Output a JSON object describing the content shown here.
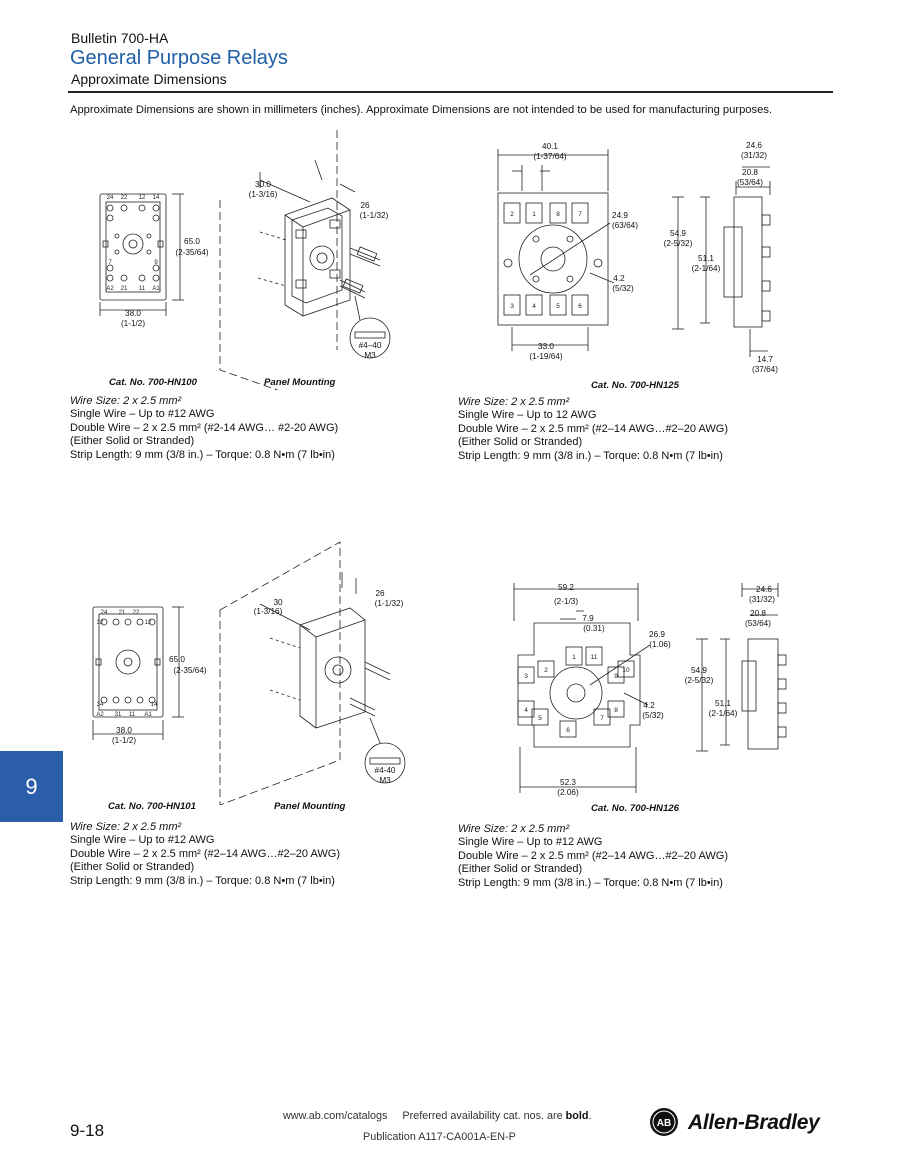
{
  "header": {
    "bulletin": "Bulletin 700-HA",
    "title": "General Purpose Relays",
    "subtitle": "Approximate Dimensions"
  },
  "intro": "Approximate Dimensions are shown in millimeters (inches). Approximate Dimensions are not intended to be used for manufacturing purposes.",
  "figures": [
    {
      "cat_no": "Cat. No. 700-HN100",
      "panel_label": "Panel Mounting",
      "dims": {
        "height": "65.0",
        "height_in": "(2-35/64)",
        "width": "38.0",
        "width_in": "(1-1/2)",
        "depth": "30.0",
        "depth_in": "(1-3/16)",
        "side": "26",
        "side_in": "(1-1/32)",
        "screw": "#4–40",
        "screw2": "M3"
      },
      "pins": [
        "24",
        "22",
        "12",
        "14",
        "7",
        "9",
        "A2",
        "21",
        "11",
        "A1"
      ],
      "specs": {
        "wire_size": "Wire Size: 2 x 2.5 mm²",
        "single": "Single Wire – Up to #12 AWG",
        "double": "Double Wire – 2 x 2.5 mm² (#2-14 AWG… #2-20 AWG)",
        "either": "(Either Solid or Stranded)",
        "strip": "Strip Length: 9 mm (3/8 in.) – Torque: 0.8 N•m (7 lb•in)"
      }
    },
    {
      "cat_no": "Cat. No. 700-HN125",
      "dims": {
        "w1": "40.1",
        "w1_in": "(1-37/64)",
        "d1": "24.6",
        "d1_in": "(31/32)",
        "d2": "20.8",
        "d2_in": "(53/64)",
        "a1": "24.9",
        "a1_in": "(63/64)",
        "h1": "54.9",
        "h1_in": "(2-5/32)",
        "h2": "51.1",
        "h2_in": "(2-1/64)",
        "hole": "4.2",
        "hole_in": "(5/32)",
        "w2": "33.0",
        "w2_in": "(1-19/64)",
        "d3": "14.7",
        "d3_in": "(37/64)"
      },
      "pins_top": [
        "2",
        "1",
        "8",
        "7"
      ],
      "pins_bottom": [
        "3",
        "4",
        "5",
        "6"
      ],
      "specs": {
        "wire_size": "Wire Size: 2 x 2.5 mm²",
        "single": "Single Wire – Up to 12 AWG",
        "double": "Double Wire – 2 x 2.5 mm² (#2–14 AWG…#2–20 AWG)",
        "either": "(Either Solid or Stranded)",
        "strip": "Strip Length: 9 mm (3/8 in.) – Torque: 0.8 N•m (7 lb•in)"
      }
    },
    {
      "cat_no": "Cat. No. 700-HN101",
      "panel_label": "Panel Mounting",
      "dims": {
        "height": "65.0",
        "height_in": "(2-35/64)",
        "width": "38.0",
        "width_in": "(1-1/2)",
        "depth": "30",
        "depth_in": "(1-3/16)",
        "side": "26",
        "side_in": "(1-1/32)",
        "screw": "#4-40",
        "screw2": "M3"
      },
      "pins": [
        "24",
        "21",
        "22",
        "32",
        "12",
        "34",
        "14",
        "A2",
        "31",
        "11",
        "A1"
      ],
      "specs": {
        "wire_size": "Wire Size: 2 x 2.5 mm²",
        "single": "Single Wire – Up to #12 AWG",
        "double": "Double Wire – 2 x 2.5 mm² (#2–14 AWG…#2–20 AWG)",
        "either": "(Either Solid or Stranded)",
        "strip": "Strip Length: 9 mm (3/8 in.) – Torque: 0.8 N•m (7 lb•in)"
      }
    },
    {
      "cat_no": "Cat. No. 700-HN126",
      "dims": {
        "w1": "59.2",
        "w1_in": "(2-1/3)",
        "p": "7.9",
        "p_in": "(0.31)",
        "d1": "24.6",
        "d1_in": "(31/32)",
        "d2": "20.8",
        "d2_in": "(53/64)",
        "a1": "26.9",
        "a1_in": "(1.06)",
        "h1": "54.9",
        "h1_in": "(2-5/32)",
        "h2": "51.1",
        "h2_in": "(2-1/64)",
        "hole": "4.2",
        "hole_in": "(5/32)",
        "w2": "52.3",
        "w2_in": "(2.06)"
      },
      "pins": [
        "1",
        "11",
        "10",
        "2",
        "9",
        "3",
        "4",
        "8",
        "5",
        "7",
        "6"
      ],
      "specs": {
        "wire_size": "Wire Size: 2 x 2.5 mm²",
        "single": "Single Wire – Up to #12 AWG",
        "double": "Double Wire – 2 x 2.5 mm² (#2–14 AWG…#2–20 AWG)",
        "either": "(Either Solid or Stranded)",
        "strip": "Strip Length: 9 mm (3/8 in.) – Torque: 0.8 N•m (7 lb•in)"
      }
    }
  ],
  "tab": "9",
  "footer": {
    "page": "9-18",
    "url": "www.ab.com/catalogs",
    "pref_pre": "Preferred availability cat. nos. are",
    "pref_bold": "bold",
    "pref_post": ".",
    "publication": "Publication A117-CA001A-EN-P",
    "logo_mark": "AB",
    "brand": "Allen-Bradley"
  }
}
